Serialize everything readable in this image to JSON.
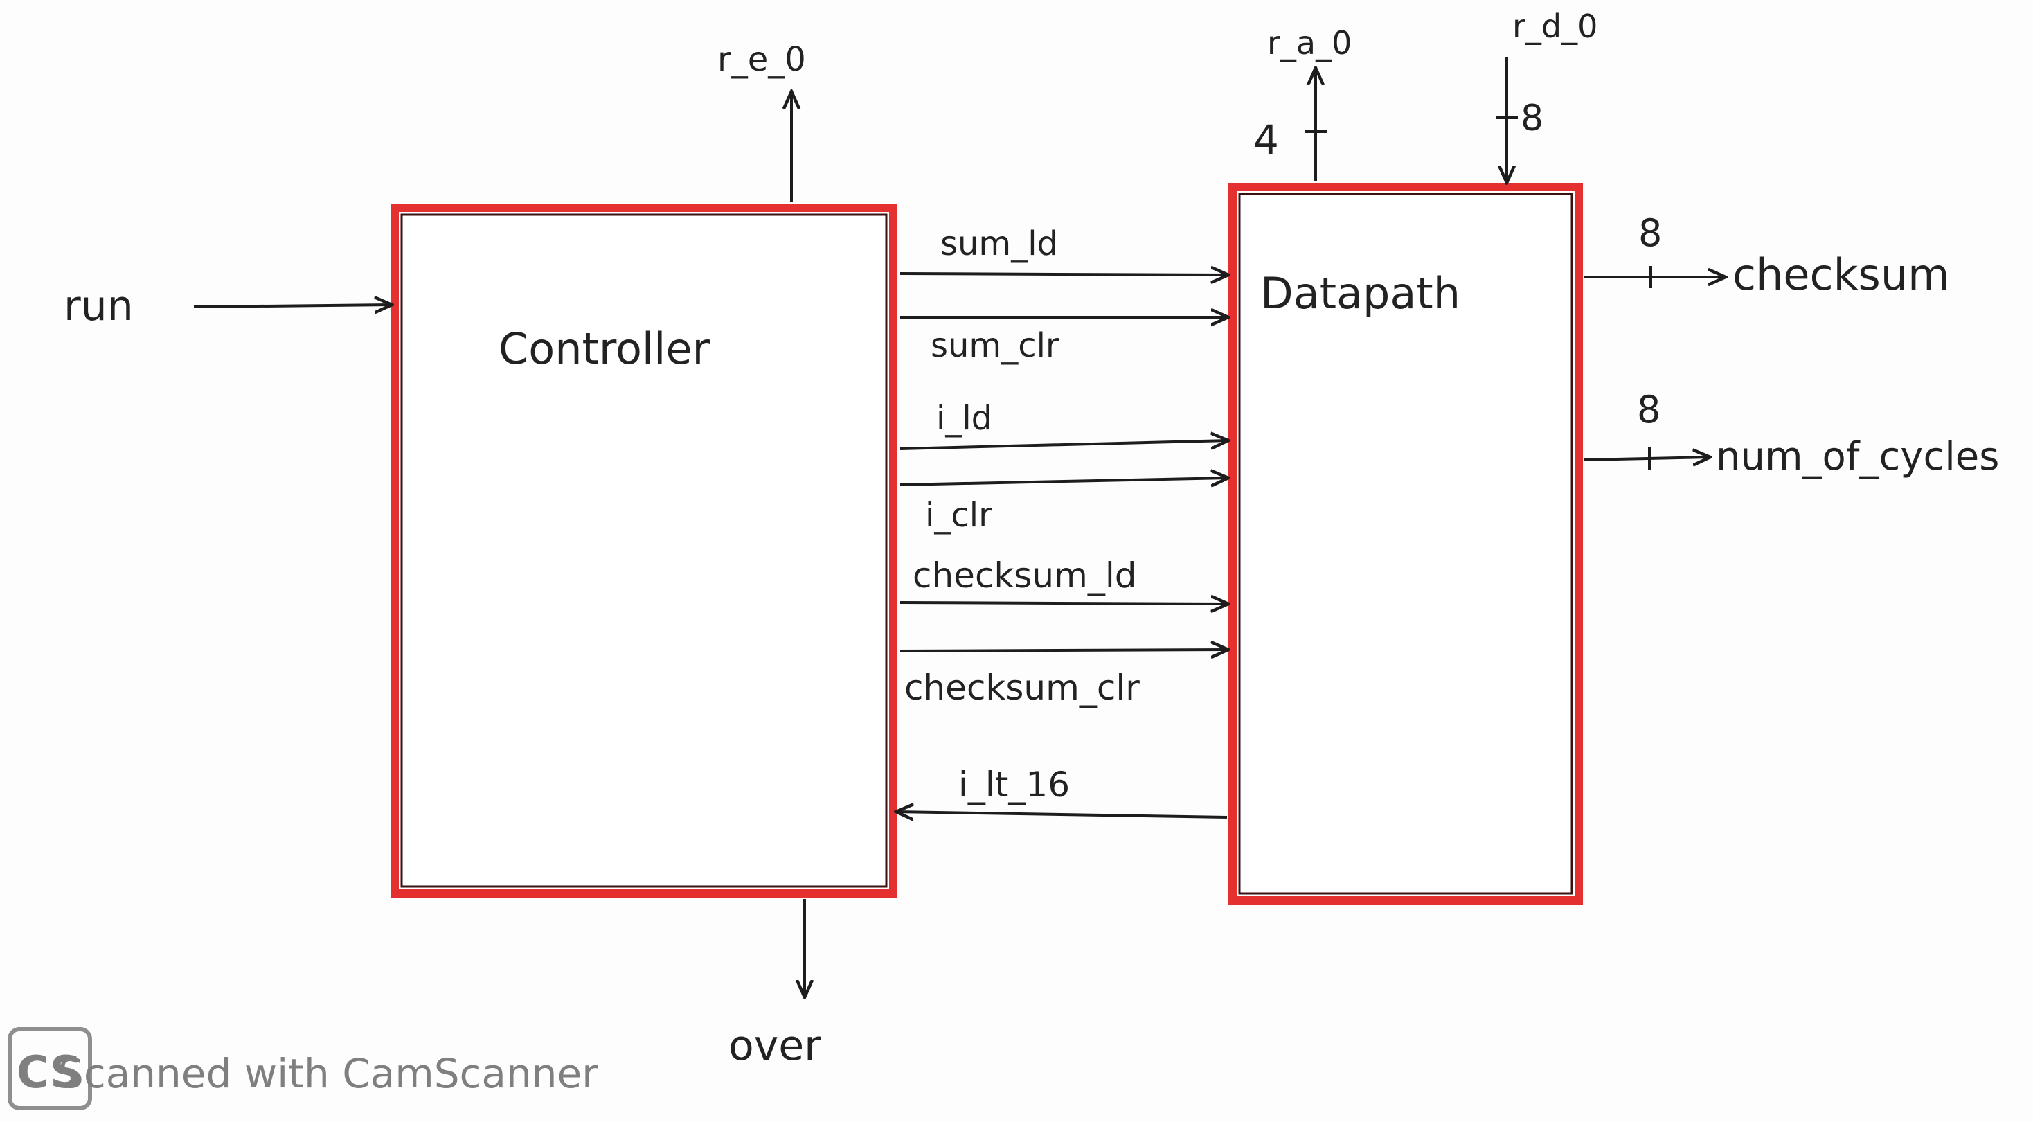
{
  "blocks": {
    "controller": "Controller",
    "datapath": "Datapath"
  },
  "inputs": {
    "run": "run",
    "r_d_0": "r_d_0",
    "r_d_0_width": "8"
  },
  "outputs": {
    "r_e_0": "r_e_0",
    "r_a_0": "r_a_0",
    "r_a_0_width": "4",
    "over": "over",
    "checksum": "checksum",
    "checksum_width": "8",
    "num_of_cycles": "num_of_cycles",
    "num_of_cycles_width": "8"
  },
  "control_signals": [
    "sum_ld",
    "sum_clr",
    "i_ld",
    "i_clr",
    "checksum_ld",
    "checksum_clr"
  ],
  "status_signals": [
    "i_lt_16"
  ],
  "watermark": {
    "logo": "CS",
    "text": "Scanned with CamScanner"
  },
  "colors": {
    "box_border": "#e53030",
    "ink": "#1d1d1d"
  }
}
